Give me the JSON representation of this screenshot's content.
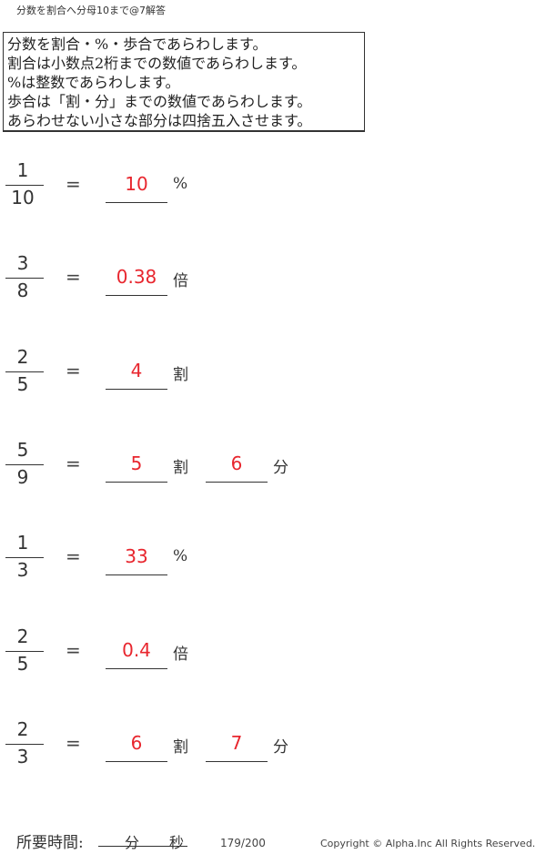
{
  "header": {
    "title": "分数を割合へ分母10まで@7解答"
  },
  "instructions": [
    "分数を割合・%・歩合であらわします。",
    "割合は小数点2桁までの数値であらわします。",
    "%は整数であらわします。",
    "歩合は「割・分」までの数値であらわします。",
    "あらわせない小さな部分は四捨五入させます。"
  ],
  "problems": [
    {
      "numerator": "1",
      "denominator": "10",
      "equals": "=",
      "answer1": "10",
      "unit1": "%"
    },
    {
      "numerator": "3",
      "denominator": "8",
      "equals": "=",
      "answer1": "0.38",
      "unit1": "倍"
    },
    {
      "numerator": "2",
      "denominator": "5",
      "equals": "=",
      "answer1": "4",
      "unit1": "割"
    },
    {
      "numerator": "5",
      "denominator": "9",
      "equals": "=",
      "answer1": "5",
      "unit1": "割",
      "answer2": "6",
      "unit2": "分"
    },
    {
      "numerator": "1",
      "denominator": "3",
      "equals": "=",
      "answer1": "33",
      "unit1": "%"
    },
    {
      "numerator": "2",
      "denominator": "5",
      "equals": "=",
      "answer1": "0.4",
      "unit1": "倍"
    },
    {
      "numerator": "2",
      "denominator": "3",
      "equals": "=",
      "answer1": "6",
      "unit1": "割",
      "answer2": "7",
      "unit2": "分"
    }
  ],
  "footer": {
    "time_label": "所要時間:",
    "minutes_label": "分",
    "seconds_label": "秒",
    "page": "179/200",
    "copyright": "Copyright ©  Alpha.Inc All Rights Reserved."
  },
  "colors": {
    "answer": "#e8262e",
    "text": "#333333"
  }
}
